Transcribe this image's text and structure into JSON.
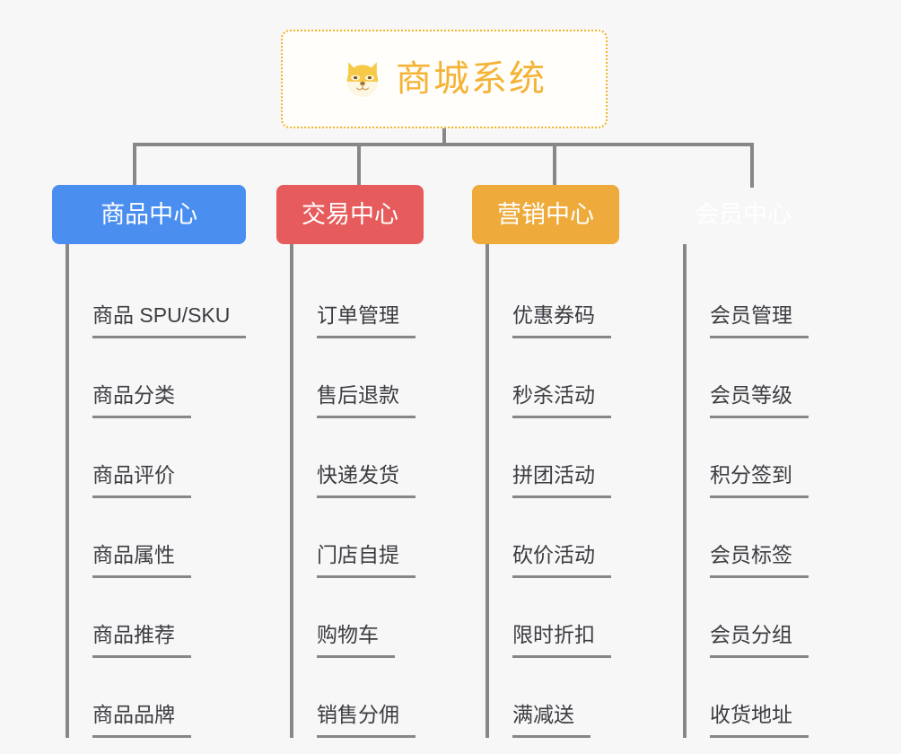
{
  "background_color": "#f7f7f7",
  "root": {
    "title": "商城系统",
    "icon": "shiba-dog-face-icon",
    "text_color": "#f5b335",
    "border_color": "#f0b429",
    "fill_color": "#fffefb"
  },
  "connector_color": "#878787",
  "columns": [
    {
      "header": "商品中心",
      "color": "#4a8ef0",
      "items": [
        "商品 SPU/SKU",
        "商品分类",
        "商品评价",
        "商品属性",
        "商品推荐",
        "商品品牌"
      ]
    },
    {
      "header": "交易中心",
      "color": "#e65c5c",
      "items": [
        "订单管理",
        "售后退款",
        "快递发货",
        "门店自提",
        "购物车",
        "销售分佣"
      ]
    },
    {
      "header": "营销中心",
      "color": "#eeab3c",
      "items": [
        "优惠券码",
        "秒杀活动",
        "拼团活动",
        "砍价活动",
        "限时折扣",
        "满减送"
      ]
    },
    {
      "header": "会员中心",
      "color": "#77c council",
      "items": [
        "会员管理",
        "会员等级",
        "积分签到",
        "会员标签",
        "会员分组",
        "收货地址"
      ]
    }
  ]
}
